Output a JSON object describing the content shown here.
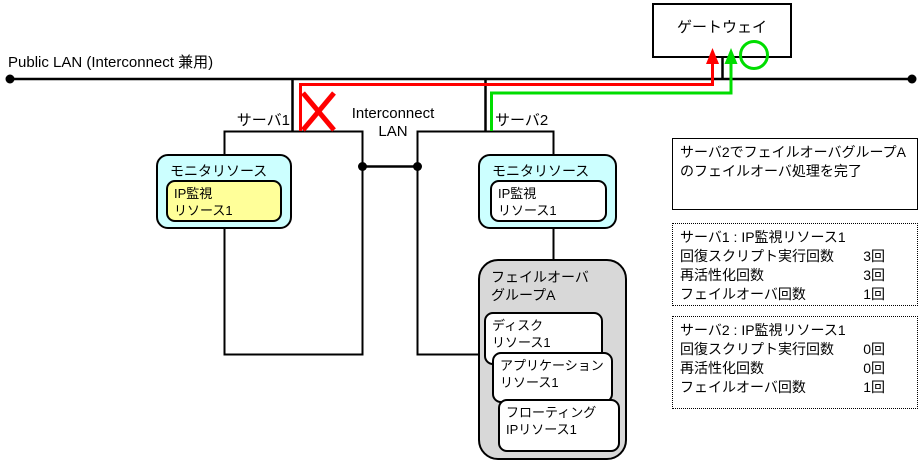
{
  "labels": {
    "public_lan": "Public LAN (Interconnect  兼用)",
    "server1": "サーバ1",
    "server2": "サーバ2",
    "interconnect_line1": "Interconnect",
    "interconnect_line2": "LAN",
    "gateway": "ゲートウェイ"
  },
  "server1_panel": {
    "monitor_title": "モニタリソース",
    "ip_monitor": "IP監視\nリソース1"
  },
  "server2_panel": {
    "monitor_title": "モニタリソース",
    "ip_monitor": "IP監視\nリソース1",
    "failover_group_title": "フェイルオーバ\nグループA",
    "resources": [
      "ディスク\nリソース1",
      "アプリケーション\nリソース1",
      "フローティング\nIPリソース1"
    ]
  },
  "info_boxes": {
    "event": "サーバ2でフェイルオーバグループAのフェイルオーバ処理を完了",
    "server1_stats": {
      "title": "サーバ1 : IP監視リソース1",
      "rows": [
        {
          "label": "回復スクリプト実行回数",
          "value": "3回"
        },
        {
          "label": "再活性化回数",
          "value": "3回"
        },
        {
          "label": "フェイルオーバ回数",
          "value": "1回"
        }
      ]
    },
    "server2_stats": {
      "title": "サーバ2 : IP監視リソース1",
      "rows": [
        {
          "label": "回復スクリプト実行回数",
          "value": "0回"
        },
        {
          "label": "再活性化回数",
          "value": "0回"
        },
        {
          "label": "フェイルオーバ回数",
          "value": "1回"
        }
      ]
    }
  },
  "colors": {
    "failure_red": "#ff0000",
    "success_green": "#00dd00",
    "monitor_fill": "#ccffff",
    "failed_resource_fill": "#ffff99",
    "group_fill": "#d8d8d8"
  }
}
